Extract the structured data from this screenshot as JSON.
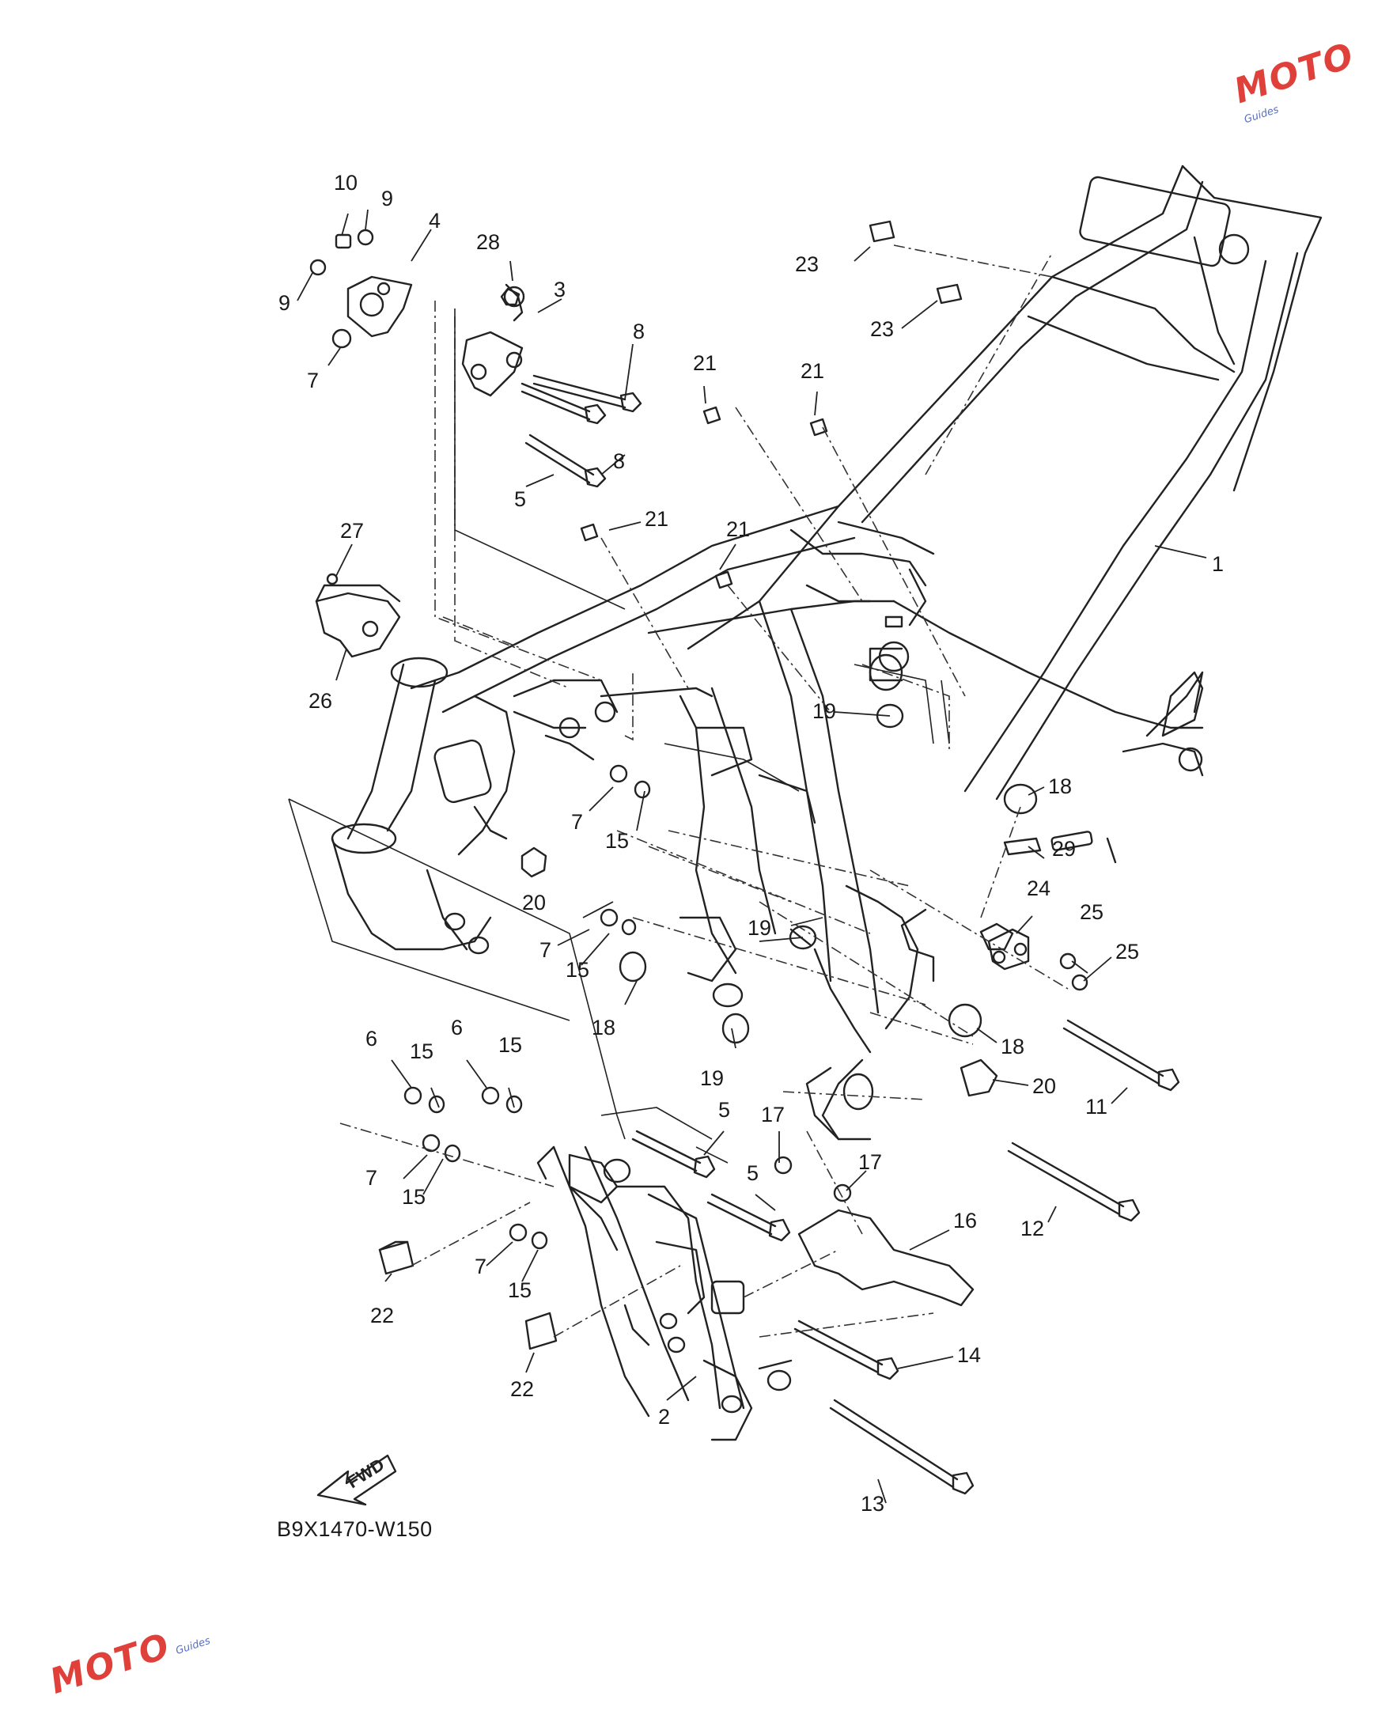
{
  "diagram_code": "B9X1470-W150",
  "fwd_label": "FWD",
  "watermark": {
    "brand": "MOTO",
    "sub": "Guides",
    "color_main": "#e0403a",
    "color_sub": "#5a6fbf"
  },
  "callouts": [
    {
      "id": "c1",
      "text": "1"
    },
    {
      "id": "c2",
      "text": "2"
    },
    {
      "id": "c3",
      "text": "3"
    },
    {
      "id": "c4",
      "text": "4"
    },
    {
      "id": "c5a",
      "text": "5"
    },
    {
      "id": "c5b",
      "text": "5"
    },
    {
      "id": "c5c",
      "text": "5"
    },
    {
      "id": "c6a",
      "text": "6"
    },
    {
      "id": "c6b",
      "text": "6"
    },
    {
      "id": "c7a",
      "text": "7"
    },
    {
      "id": "c7b",
      "text": "7"
    },
    {
      "id": "c7c",
      "text": "7"
    },
    {
      "id": "c7d",
      "text": "7"
    },
    {
      "id": "c7e",
      "text": "7"
    },
    {
      "id": "c8a",
      "text": "8"
    },
    {
      "id": "c8b",
      "text": "8"
    },
    {
      "id": "c9a",
      "text": "9"
    },
    {
      "id": "c9b",
      "text": "9"
    },
    {
      "id": "c10",
      "text": "10"
    },
    {
      "id": "c11",
      "text": "11"
    },
    {
      "id": "c12",
      "text": "12"
    },
    {
      "id": "c13",
      "text": "13"
    },
    {
      "id": "c14",
      "text": "14"
    },
    {
      "id": "c15a",
      "text": "15"
    },
    {
      "id": "c15b",
      "text": "15"
    },
    {
      "id": "c15c",
      "text": "15"
    },
    {
      "id": "c15d",
      "text": "15"
    },
    {
      "id": "c15e",
      "text": "15"
    },
    {
      "id": "c15f",
      "text": "15"
    },
    {
      "id": "c16",
      "text": "16"
    },
    {
      "id": "c17a",
      "text": "17"
    },
    {
      "id": "c17b",
      "text": "17"
    },
    {
      "id": "c18a",
      "text": "18"
    },
    {
      "id": "c18b",
      "text": "18"
    },
    {
      "id": "c18c",
      "text": "18"
    },
    {
      "id": "c19a",
      "text": "19"
    },
    {
      "id": "c19b",
      "text": "19"
    },
    {
      "id": "c19c",
      "text": "19"
    },
    {
      "id": "c20a",
      "text": "20"
    },
    {
      "id": "c20b",
      "text": "20"
    },
    {
      "id": "c21a",
      "text": "21"
    },
    {
      "id": "c21b",
      "text": "21"
    },
    {
      "id": "c21c",
      "text": "21"
    },
    {
      "id": "c21d",
      "text": "21"
    },
    {
      "id": "c22a",
      "text": "22"
    },
    {
      "id": "c22b",
      "text": "22"
    },
    {
      "id": "c23a",
      "text": "23"
    },
    {
      "id": "c23b",
      "text": "23"
    },
    {
      "id": "c24",
      "text": "24"
    },
    {
      "id": "c25a",
      "text": "25"
    },
    {
      "id": "c25b",
      "text": "25"
    },
    {
      "id": "c26",
      "text": "26"
    },
    {
      "id": "c27",
      "text": "27"
    },
    {
      "id": "c28",
      "text": "28"
    },
    {
      "id": "c29",
      "text": "29"
    }
  ]
}
